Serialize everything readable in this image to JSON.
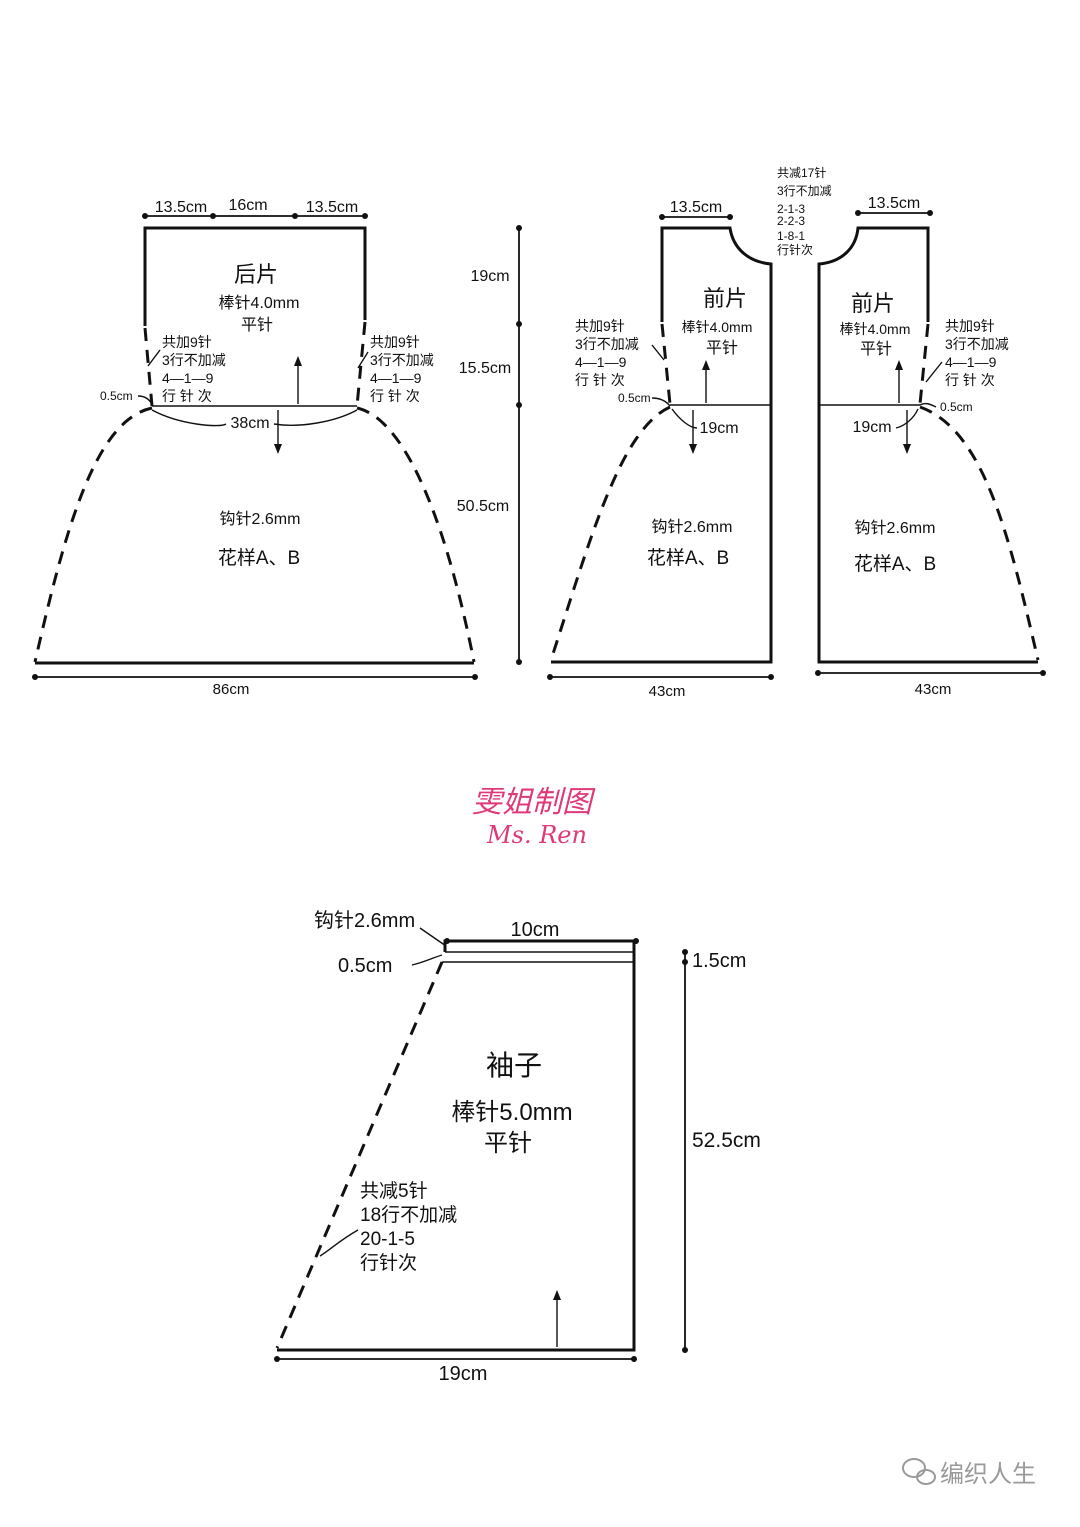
{
  "back": {
    "title": "后片",
    "needle": "棒针4.0mm",
    "stitch": "平针",
    "top_left": "13.5cm",
    "top_mid": "16cm",
    "top_right": "13.5cm",
    "inc_left": [
      "共加9针",
      "3行不加减",
      "4—1—9",
      "行 针 次"
    ],
    "inc_right": [
      "共加9针",
      "3行不加减",
      "4—1—9",
      "行 针 次"
    ],
    "side_gap": "0.5cm",
    "waist": "38cm",
    "hook": "钩针2.6mm",
    "pattern": "花样A、B",
    "bottom": "86cm"
  },
  "vertical": {
    "upper": "19cm",
    "middle": "15.5cm",
    "lower": "50.5cm"
  },
  "front_left": {
    "title": "前片",
    "needle": "棒针4.0mm",
    "stitch": "平针",
    "top": "13.5cm",
    "inc": [
      "共加9针",
      "3行不加减",
      "4—1—9",
      "行 针 次"
    ],
    "side_gap": "0.5cm",
    "waist": "19cm",
    "hook": "钩针2.6mm",
    "pattern": "花样A、B",
    "bottom": "43cm"
  },
  "front_right": {
    "title": "前片",
    "needle": "棒针4.0mm",
    "stitch": "平针",
    "top": "13.5cm",
    "inc": [
      "共加9针",
      "3行不加减",
      "4—1—9",
      "行 针 次"
    ],
    "side_gap": "0.5cm",
    "waist": "19cm",
    "hook": "钩针2.6mm",
    "pattern": "花样A、B",
    "bottom": "43cm"
  },
  "neck": [
    "共减17针",
    "3行不加减",
    "2-1-3",
    "2-2-3",
    "1-8-1",
    "行针次"
  ],
  "watermark": {
    "cn": "雯姐制图",
    "en": "Ms. Ren",
    "color": "#e0397a"
  },
  "sleeve": {
    "title": "袖子",
    "needle": "棒针5.0mm",
    "stitch": "平针",
    "hook": "钩针2.6mm",
    "gap": "0.5cm",
    "top": "10cm",
    "cuff": "1.5cm",
    "height": "52.5cm",
    "dec": [
      "共减5针",
      "18行不加减",
      "20-1-5",
      "行针次"
    ],
    "bottom": "19cm"
  },
  "footer": {
    "label": "编织人生",
    "color": "#9a9a9a"
  }
}
